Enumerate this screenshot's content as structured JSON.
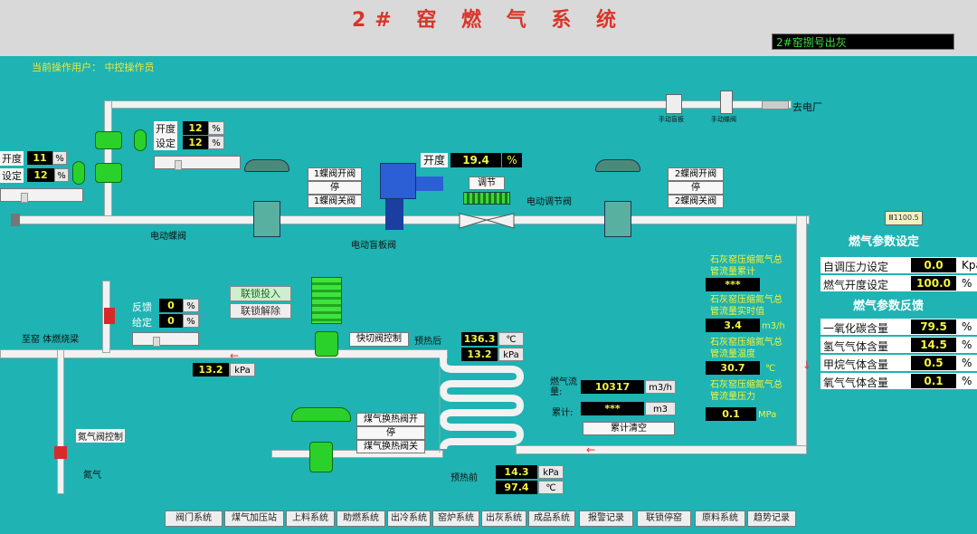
{
  "title": "2# 窑 燃 气 系 统",
  "status_text": "2#窑捌号出灰",
  "operator_label": "当前操作用户：",
  "operator_name": "中控操作员",
  "to_plant": "去电厂",
  "hand_valve1": "手动盲板",
  "hand_valve2": "手动蝶阀",
  "left_ctrl": {
    "open_label": "开度",
    "open_val": "11",
    "set_label": "设定",
    "set_val": "12",
    "unit": "%"
  },
  "upper_ctrl": {
    "open_label": "开度",
    "open_val": "12",
    "set_label": "设定",
    "set_val": "12",
    "unit": "%"
  },
  "motor_butterfly": "电动蝶阀",
  "valve1_btns": [
    "1蝶阀开阀",
    "停",
    "1蝶阀关阀"
  ],
  "blind_valve": "电动盲板阀",
  "opening": {
    "label": "开度",
    "value": "19.4",
    "unit": "%"
  },
  "regulate": "调节",
  "motor_reg_valve": "电动调节阀",
  "valve2_btns": [
    "2蝶阀开阀",
    "停",
    "2蝶阀关阀"
  ],
  "interlock": {
    "on": "联锁投入",
    "off": "联锁解除"
  },
  "feedback": {
    "fb_label": "反馈",
    "fb_val": "0",
    "given_label": "给定",
    "given_val": "0",
    "unit": "%"
  },
  "to_kiln": "至窑 体燃烧梁",
  "quick_valve": "快切阀控制",
  "pre_heat_after": "预热后",
  "temp_after": {
    "value": "136.3",
    "unit": "℃"
  },
  "pres_after": {
    "value": "13.2",
    "unit": "kPa"
  },
  "pres_left": {
    "value": "13.2",
    "unit": "kPa"
  },
  "nitrogen_ctrl": "氮气阀控制",
  "nitrogen": "氮气",
  "heat_btns": [
    "煤气换热阀开",
    "停",
    "煤气换热阀关"
  ],
  "pre_heat_before": "预热前",
  "pres_before": {
    "value": "14.3",
    "unit": "kPa"
  },
  "temp_before": {
    "value": "97.4",
    "unit": "℃"
  },
  "gas_flow": {
    "label": "燃气流量:",
    "value": "10317",
    "unit": "m3/h"
  },
  "gas_total": {
    "label": "累计:",
    "value": "***",
    "unit": "m3"
  },
  "clear_total": "累计清空",
  "lime_total": {
    "label": "石灰窑压缩氮气总管流量累计",
    "value": "***"
  },
  "lime_rt": {
    "label": "石灰窑压缩氮气总管流量实时值",
    "value": "3.4",
    "unit": "m3/h"
  },
  "lime_temp": {
    "label": "石灰窑压缩氮气总管流量温度",
    "value": "30.7",
    "unit": "℃"
  },
  "lime_pres": {
    "label": "石灰窑压缩氮气总管流量压力",
    "value": "0.1",
    "unit": "MPa"
  },
  "tag": "Ⅲ1100.5",
  "param_set_title": "燃气参数设定",
  "param_set": [
    {
      "k": "自调压力设定",
      "v": "0.0",
      "u": "Kpa"
    },
    {
      "k": "燃气开度设定",
      "v": "100.0",
      "u": "%"
    }
  ],
  "param_fb_title": "燃气参数反馈",
  "param_fb": [
    {
      "k": "一氧化碳含量",
      "v": "79.5",
      "u": "%"
    },
    {
      "k": "氢气气体含量",
      "v": "14.5",
      "u": "%"
    },
    {
      "k": "甲烷气体含量",
      "v": "0.5",
      "u": "%"
    },
    {
      "k": "氧气气体含量",
      "v": "0.1",
      "u": "%"
    }
  ],
  "nav": [
    "阀门系统",
    "煤气加压站",
    "上料系统",
    "助燃系统",
    "出冷系统",
    "窑炉系统",
    "出灰系统",
    "成品系统",
    "报警记录",
    "联锁停窑",
    "原料系统",
    "趋势记录"
  ],
  "colors": {
    "background": "#1fb3b3",
    "title": "#d8352a",
    "value_text": "#f5f53c",
    "valve_green": "#2bd12b"
  }
}
